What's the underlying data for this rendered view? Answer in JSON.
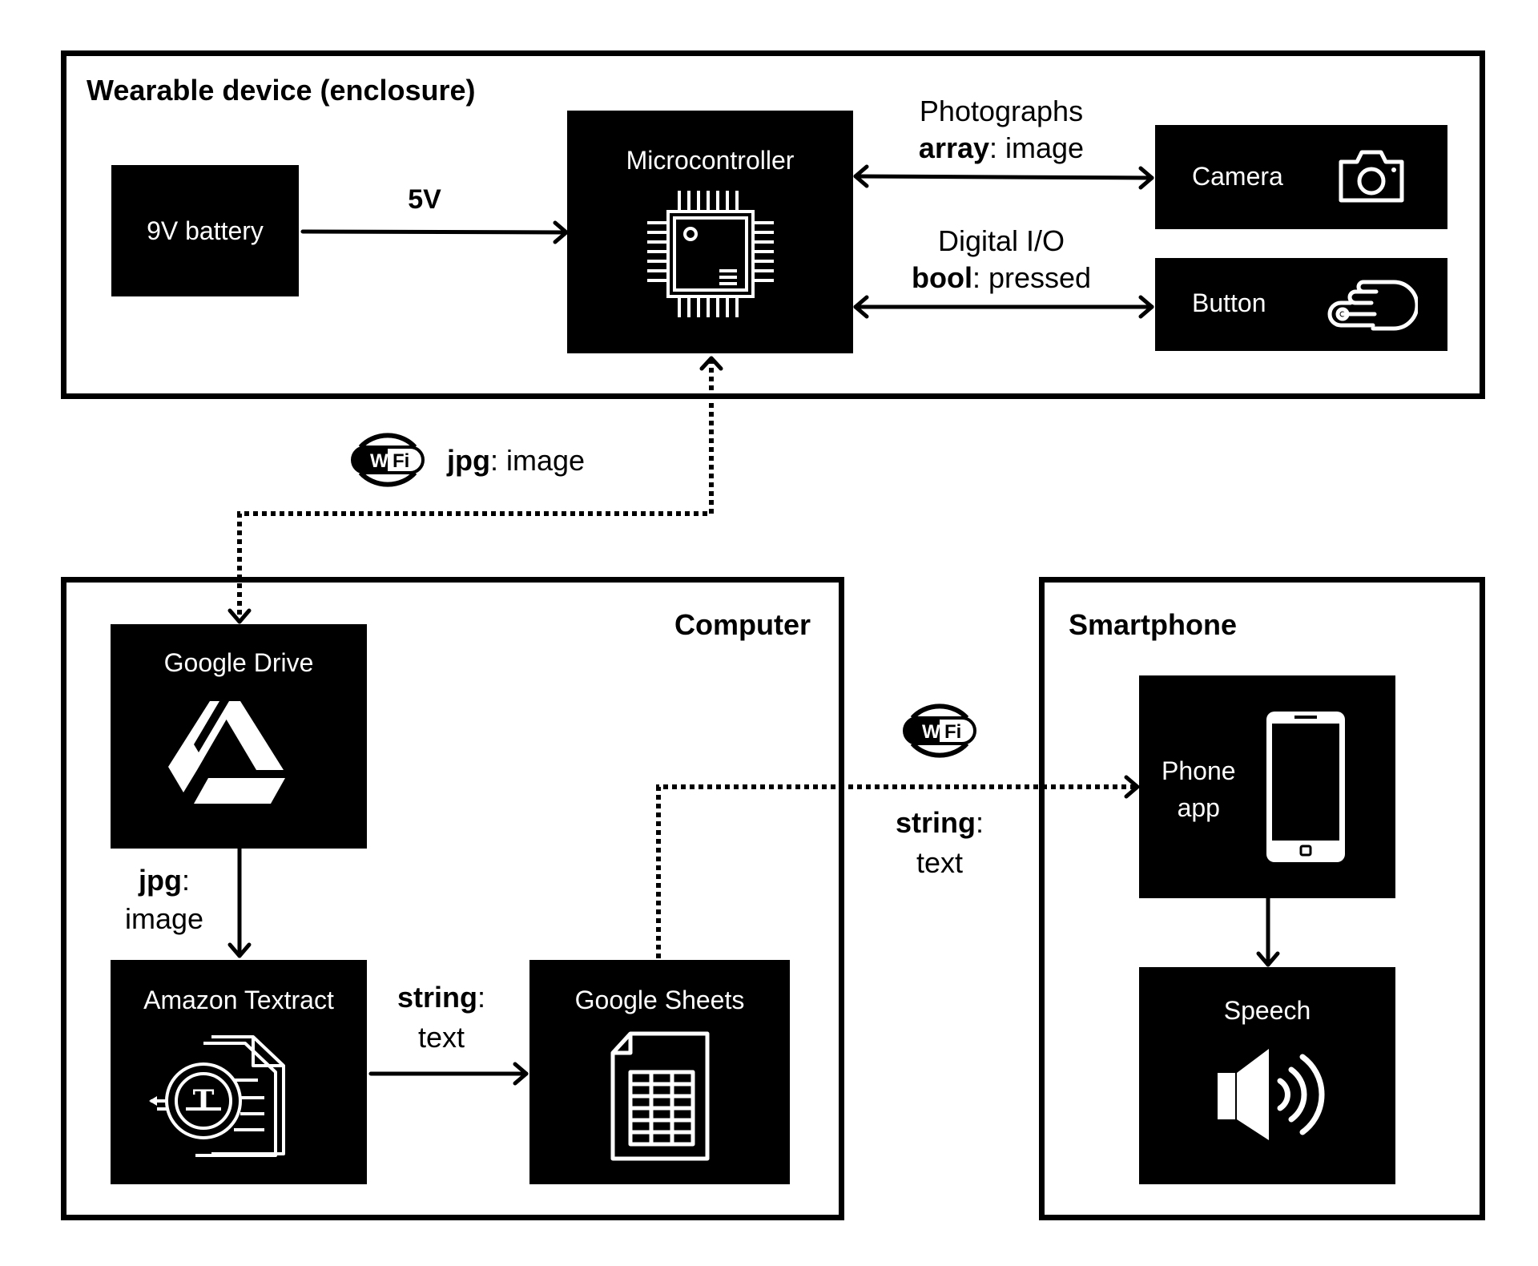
{
  "frames": {
    "wearable": "Wearable device (enclosure)",
    "computer": "Computer",
    "smartphone": "Smartphone"
  },
  "blocks": {
    "battery": "9V battery",
    "microcontroller": "Microcontroller",
    "camera": "Camera",
    "button": "Button",
    "google_drive": "Google Drive",
    "amazon_textract": "Amazon Textract",
    "google_sheets": "Google Sheets",
    "phone_app_line1": "Phone",
    "phone_app_line2": "app",
    "speech": "Speech"
  },
  "connections": {
    "battery_to_mcu": "5V",
    "camera_line1": "Photographs",
    "camera_type": "array",
    "camera_value": ": image",
    "button_line1": "Digital I/O",
    "button_type": "bool",
    "button_value": ": pressed",
    "wifi_upload_type": "jpg",
    "wifi_upload_value": ": image",
    "drive_to_textract_type": "jpg",
    "drive_to_textract_colon": ":",
    "drive_to_textract_value": "image",
    "textract_to_sheets_type": "string",
    "textract_to_sheets_colon": ":",
    "textract_to_sheets_value": "text",
    "sheets_to_phone_type": "string",
    "sheets_to_phone_colon": ":",
    "sheets_to_phone_value": "text"
  },
  "wifi_badge": {
    "left": "Wi",
    "right": "Fi"
  },
  "icons": {
    "microcontroller": "chip-icon",
    "camera": "camera-icon",
    "button": "pointing-hand-icon",
    "google_drive": "google-drive-icon",
    "amazon_textract": "textract-document-icon",
    "google_sheets": "spreadsheet-icon",
    "phone_app": "smartphone-icon",
    "speech": "speaker-icon",
    "wifi": "wifi-icon"
  }
}
